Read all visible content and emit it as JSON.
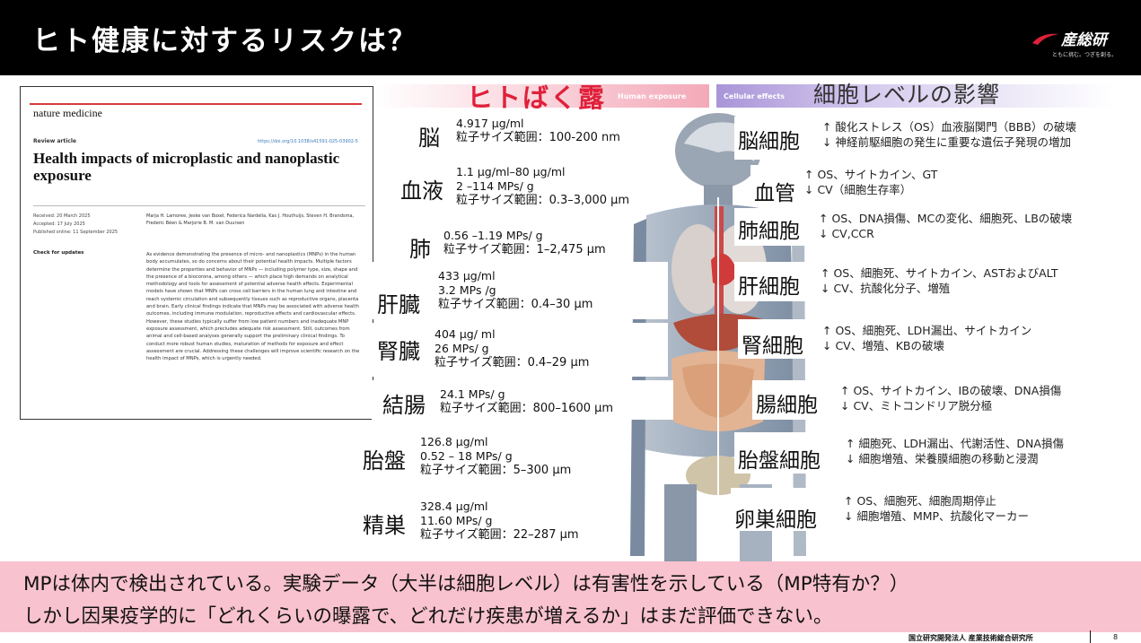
{
  "slide": {
    "title": "ヒト健康に対するリスクは？",
    "logo_name": "産総研",
    "logo_tagline": "ともに挑む。つぎを創る。",
    "page_number": "8",
    "footer_org": "国立研究開発法人 産業技術総合研究所"
  },
  "article": {
    "journal": "nature medicine",
    "type": "Review article",
    "doi": "https://doi.org/10.1038/s41591-025-03902-5",
    "title": "Health impacts of microplastic and nanoplastic exposure",
    "meta": "Received: 20 March 2025\nAccepted: 17 July 2025\nPublished online: 11 September 2025",
    "check": "Check for updates",
    "authors": "Marja H. Lamoree, Jeske van Boxel, Federica Nardella, Kas J. Houthuijs, Steven H. Brandsma, Frederic Béen & Marjorie B. M. van Duursen",
    "abstract": "As evidence demonstrating the presence of micro- and nanoplastics (MNPs) in the human body accumulates, so do concerns about their potential health impacts. Multiple factors determine the properties and behavior of MNPs — including polymer type, size, shape and the presence of a biocorona, among others — which place high demands on analytical methodology and tools for assessment of potential adverse health effects. Experimental models have shown that MNPs can cross cell barriers in the human lung and intestine and reach systemic circulation and subsequently tissues such as reproductive organs, placenta and brain. Early clinical findings indicate that MNPs may be associated with adverse health outcomes, including immune modulation, reproductive effects and cardiovascular effects. However, these studies typically suffer from low patient numbers and inadequate MNP exposure assessment, which precludes adequate risk assessment. Still, outcomes from animal and cell-based analyses generally support the preliminary clinical findings. To conduct more robust human studies, maturation of methods for exposure and effect assessment are crucial. Addressing these challenges will improve scientific research on the health impact of MNPs, which is urgently needed."
  },
  "exposure": {
    "header": "ヒトばく露",
    "header_en": "Human exposure",
    "items": [
      {
        "organ": "脳",
        "lines": [
          "4.917 µg/ml"
        ],
        "size": "粒子サイズ範囲：100-200 nm"
      },
      {
        "organ": "血液",
        "lines": [
          "1.1 µg/ml–80 µg/ml",
          "2 –114 MPs/ g"
        ],
        "size": "粒子サイズ範囲：0.3–3,000 µm"
      },
      {
        "organ": "肺",
        "lines": [
          "0.56 –1.19 MPs/ g"
        ],
        "size": "粒子サイズ範囲：1–2,475 µm"
      },
      {
        "organ": "肝臓",
        "lines": [
          "433 µg/ml",
          "3.2 MPs /g"
        ],
        "size": "粒子サイズ範囲：0.4–30 µm"
      },
      {
        "organ": "腎臓",
        "lines": [
          "404 µg/ ml",
          "26 MPs/ g"
        ],
        "size": "粒子サイズ範囲：0.4–29 µm"
      },
      {
        "organ": "結腸",
        "lines": [
          "24.1 MPs/ g"
        ],
        "size": "粒子サイズ範囲：800–1600 µm"
      },
      {
        "organ": "胎盤",
        "lines": [
          "126.8 µg/ml",
          "0.52 – 18  MPs/ g"
        ],
        "size": "粒子サイズ範囲：5–300 µm"
      },
      {
        "organ": "精巣",
        "lines": [
          "328.4 µg/ml",
          "11.60 MPs/ g"
        ],
        "size": "粒子サイズ範囲：22–287 µm"
      }
    ]
  },
  "cellular": {
    "header": "細胞レベルの影響",
    "header_en": "Cellular effects",
    "items": [
      {
        "cell": "脳細胞",
        "up": "↑ 酸化ストレス（OS）血液脳関門（BBB）の破壊",
        "down": "↓ 神経前駆細胞の発生に重要な遺伝子発現の増加"
      },
      {
        "cell": "血管",
        "up": "↑ OS、サイトカイン、GT",
        "down": "↓ CV（細胞生存率）"
      },
      {
        "cell": "肺細胞",
        "up": "↑ OS、DNA損傷、MCの変化、細胞死、LBの破壊",
        "down": "↓ CV,CCR"
      },
      {
        "cell": "肝細胞",
        "up": "↑ OS、細胞死、サイトカイン、ASTおよびALT",
        "down": "↓ CV、抗酸化分子、増殖"
      },
      {
        "cell": "腎細胞",
        "up": "↑ OS、細胞死、LDH漏出、サイトカイン",
        "down": "↓ CV、増殖、KBの破壊"
      },
      {
        "cell": "腸細胞",
        "up": "↑ OS、サイトカイン、IBの破壊、DNA損傷",
        "down": "↓ CV、ミトコンドリア脱分極"
      },
      {
        "cell": "胎盤細胞",
        "up": "↑ 細胞死、LDH漏出、代謝活性、DNA損傷",
        "down": "↓ 細胞増殖、栄養膜細胞の移動と浸潤"
      },
      {
        "cell": "卵巣細胞",
        "up": "↑ OS、細胞死、細胞周期停止",
        "down": "↓ 細胞増殖、MMP、抗酸化マーカー"
      }
    ]
  },
  "conclusion": {
    "line1": "MPは体内で検出されている。実験データ（大半は細胞レベル）は有害性を示している（MP特有か？）",
    "line2": "しかし因果疫学的に「どれくらいの曝露で、どれだけ疾患が増えるか」はまだ評価できない。"
  }
}
